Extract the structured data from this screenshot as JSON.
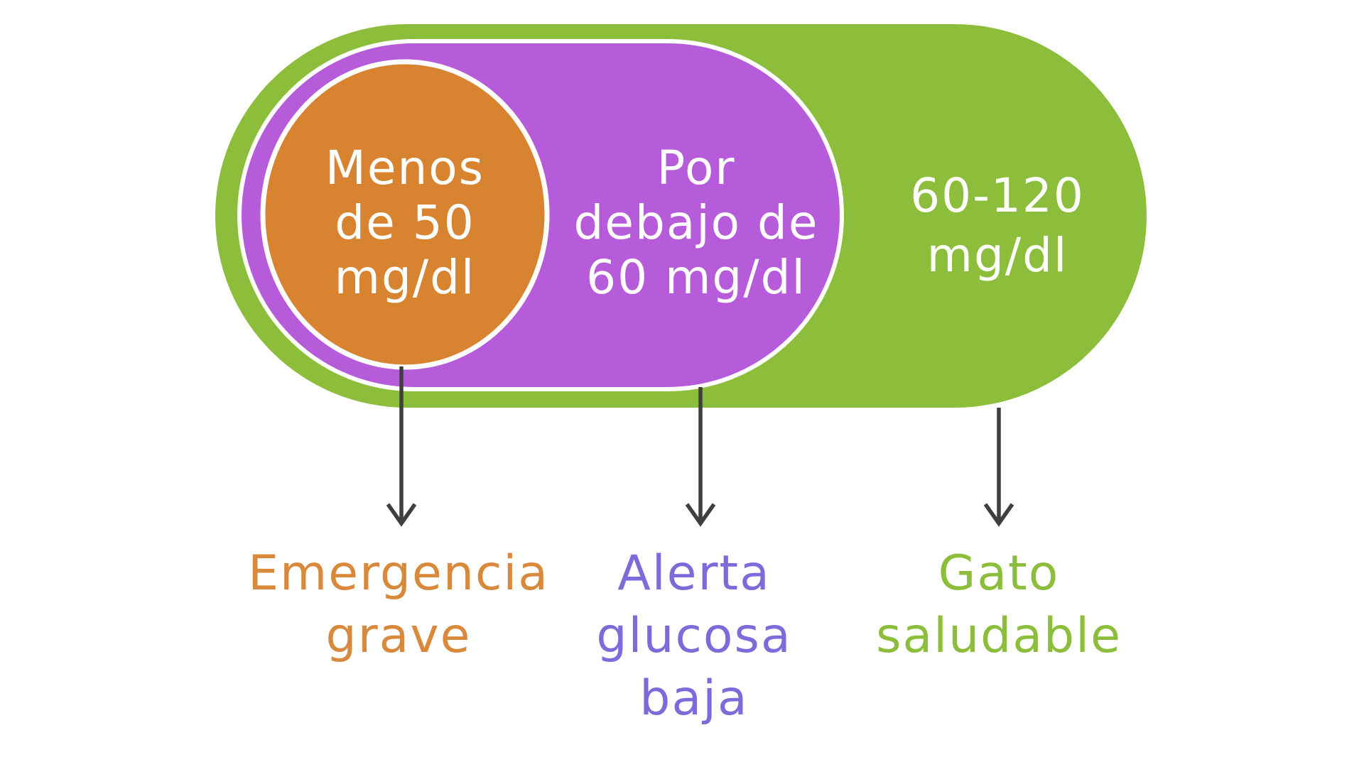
{
  "colors": {
    "background": "#ffffff",
    "healthy_green": "#8cbe3c",
    "alert_purple": "#b65cda",
    "emergency_orange": "#d8832f",
    "ring_white": "#ffffff",
    "arrow_gray": "#3f3f3f",
    "label_orange": "#d9893b",
    "label_purple": "#7c6bd9",
    "label_green": "#8cbe3c"
  },
  "diagram": {
    "zones": [
      {
        "id": "emergencia-grave",
        "range_lines": [
          "Menos",
          "de 50",
          "mg/dl"
        ],
        "label_lines": [
          "Emergencia",
          "grave"
        ]
      },
      {
        "id": "alerta-glucosa-baja",
        "range_lines": [
          "Por",
          "debajo de",
          "60 mg/dl"
        ],
        "label_lines": [
          "Alerta",
          "glucosa",
          "baja"
        ]
      },
      {
        "id": "gato-saludable",
        "range_lines": [
          "60-120",
          "mg/dl"
        ],
        "label_lines": [
          "Gato",
          "saludable"
        ]
      }
    ]
  }
}
